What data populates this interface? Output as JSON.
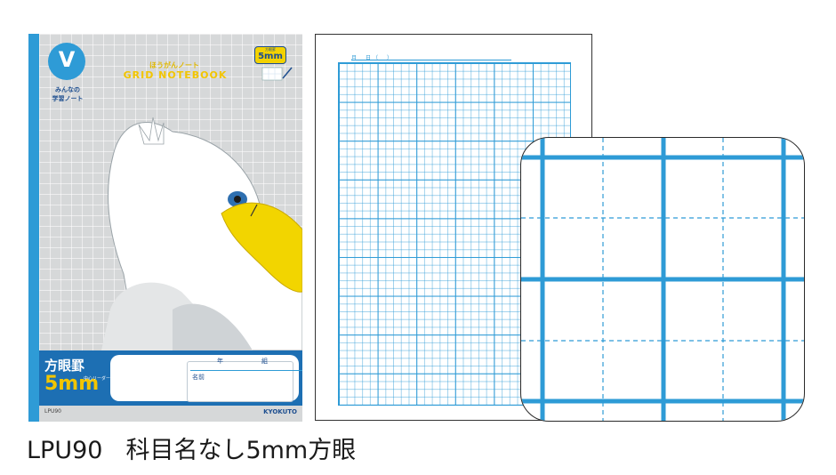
{
  "cover": {
    "logo_letter": "V",
    "logo_line1": "みんなの",
    "logo_line2": "学習ノート",
    "subtitle": "ほうがんノート",
    "title": "GRID NOTEBOOK",
    "size_badge_small": "方眼罫",
    "size_badge": "5mm",
    "ruling_label": "方眼罫",
    "ruling_size": "5mm",
    "center_line_note": "中心リーダー入り",
    "grade_label": "年",
    "class_label": "組",
    "name_label": "名前",
    "footer_code": "LPU90",
    "brand": "KYOKUTO"
  },
  "page": {
    "header": "月　日（　）"
  },
  "caption": {
    "code": "LPU90",
    "description": "科目名なし5mm方眼"
  },
  "colors": {
    "grid_blue": "#2e9bd6",
    "navy": "#1d6fb3",
    "yellow": "#f2c500",
    "cover_gray": "#d6d8d9"
  }
}
